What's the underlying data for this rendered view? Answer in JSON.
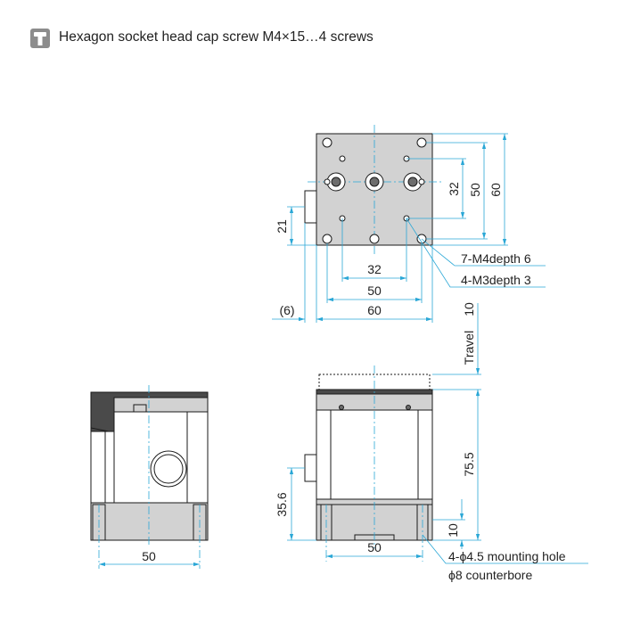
{
  "header": {
    "icon": "screw-icon",
    "title": "Hexagon socket head cap screw M4×15…4 screws"
  },
  "dimensions": {
    "top_32_h": "32",
    "top_50_h": "50",
    "top_60_h": "60",
    "top_6": "(6)",
    "top_32_v": "32",
    "top_50_v": "50",
    "top_60_v": "60",
    "top_21": "21",
    "travel_10": "10",
    "travel_label": "Travel",
    "front_75_5": "75.5",
    "front_35_6": "35.6",
    "front_10": "10",
    "front_50": "50",
    "side_50": "50"
  },
  "callouts": {
    "m4": "7-M4depth 6",
    "m3": "4-M3depth 3",
    "mount_hole": "4-ϕ4.5 mounting hole",
    "counterbore": "ϕ8 counterbore"
  },
  "colors": {
    "dimension_line": "#2aa7d6",
    "outline": "#1a1a1a",
    "fill_gray": "#d2d2d2"
  }
}
